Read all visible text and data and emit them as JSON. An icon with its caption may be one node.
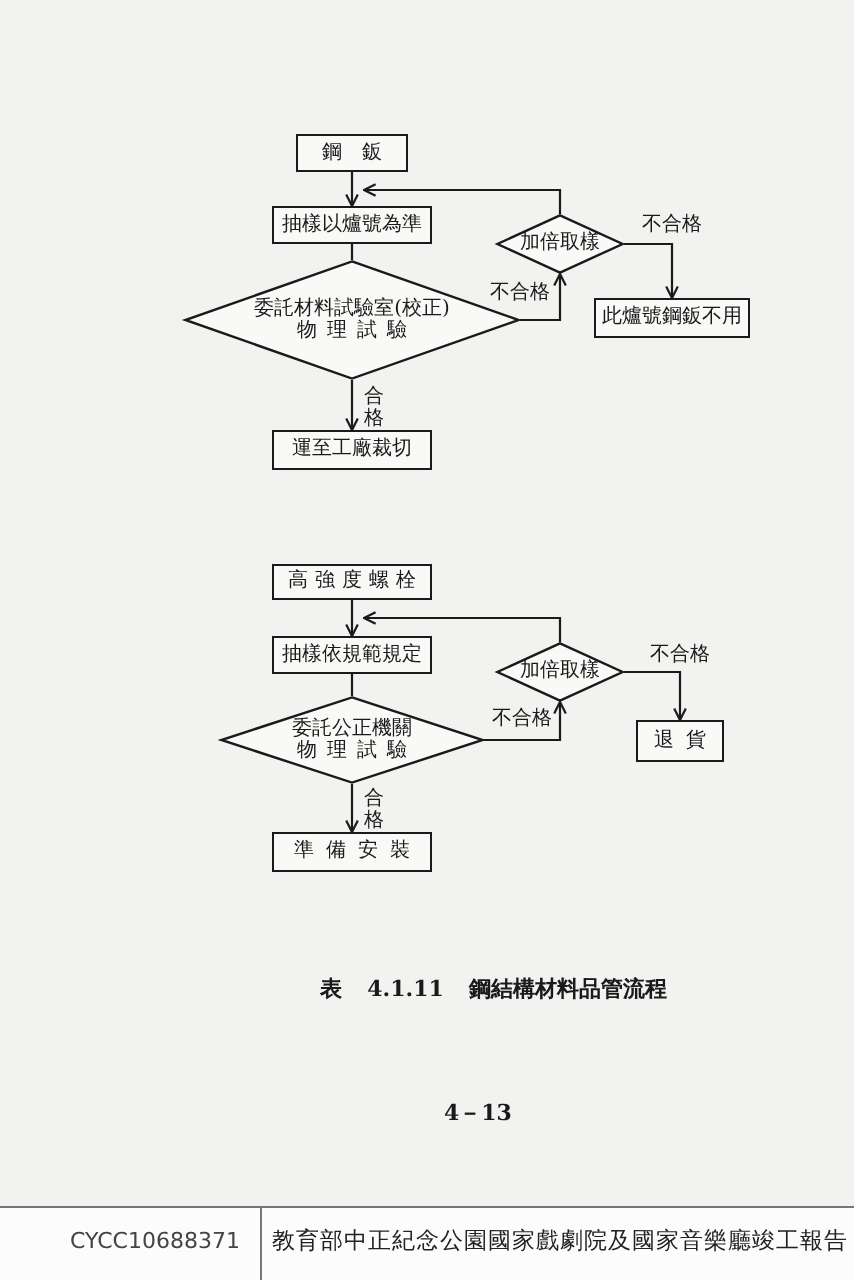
{
  "diagram": {
    "caption": "表 4.1.11 鋼結構材料品管流程",
    "nodes": [
      {
        "text": [
          "鋼鈑"
        ]
      },
      {
        "text": [
          "抽樣以爐號為準"
        ]
      },
      {
        "text": [
          "委託材料試驗室(校正)",
          "物理試驗"
        ]
      },
      {
        "text": [
          "加倍取樣"
        ]
      },
      {
        "text": [
          "運至工廠裁切"
        ]
      },
      {
        "text": [
          "此爐號鋼鈑不用"
        ]
      },
      {
        "text": [
          "高強度螺栓"
        ]
      },
      {
        "text": [
          "抽樣依規範規定"
        ]
      },
      {
        "text": [
          "委託公正機關",
          "物理試驗"
        ]
      },
      {
        "text": [
          "加倍取樣"
        ]
      },
      {
        "text": [
          "準備安裝"
        ]
      },
      {
        "text": [
          "退貨"
        ]
      }
    ],
    "edges": [
      {
        "from": 0,
        "to": 1,
        "arrow": "to"
      },
      {
        "from": 1,
        "to": 2,
        "arrow": "none"
      },
      {
        "from": 2,
        "to": 4,
        "arrow": "to",
        "label": "合格"
      },
      {
        "from": 2,
        "to": 3,
        "arrow": "to",
        "label": "不合格"
      },
      {
        "from": 3,
        "to": 1,
        "arrow": "to"
      },
      {
        "from": 3,
        "to": 5,
        "arrow": "to",
        "label": "不合格"
      },
      {
        "from": 6,
        "to": 7,
        "arrow": "to"
      },
      {
        "from": 7,
        "to": 8,
        "arrow": "none"
      },
      {
        "from": 8,
        "to": 10,
        "arrow": "to",
        "label": "合格"
      },
      {
        "from": 8,
        "to": 9,
        "arrow": "to",
        "label": "不合格"
      },
      {
        "from": 9,
        "to": 7,
        "arrow": "to"
      },
      {
        "from": 9,
        "to": 11,
        "arrow": "to",
        "label": "不合格"
      }
    ],
    "labels": [
      "4－13",
      "CYCC10688371",
      "教育部中正紀念公園國家戲劇院及國家音樂廳竣工報告"
    ]
  }
}
